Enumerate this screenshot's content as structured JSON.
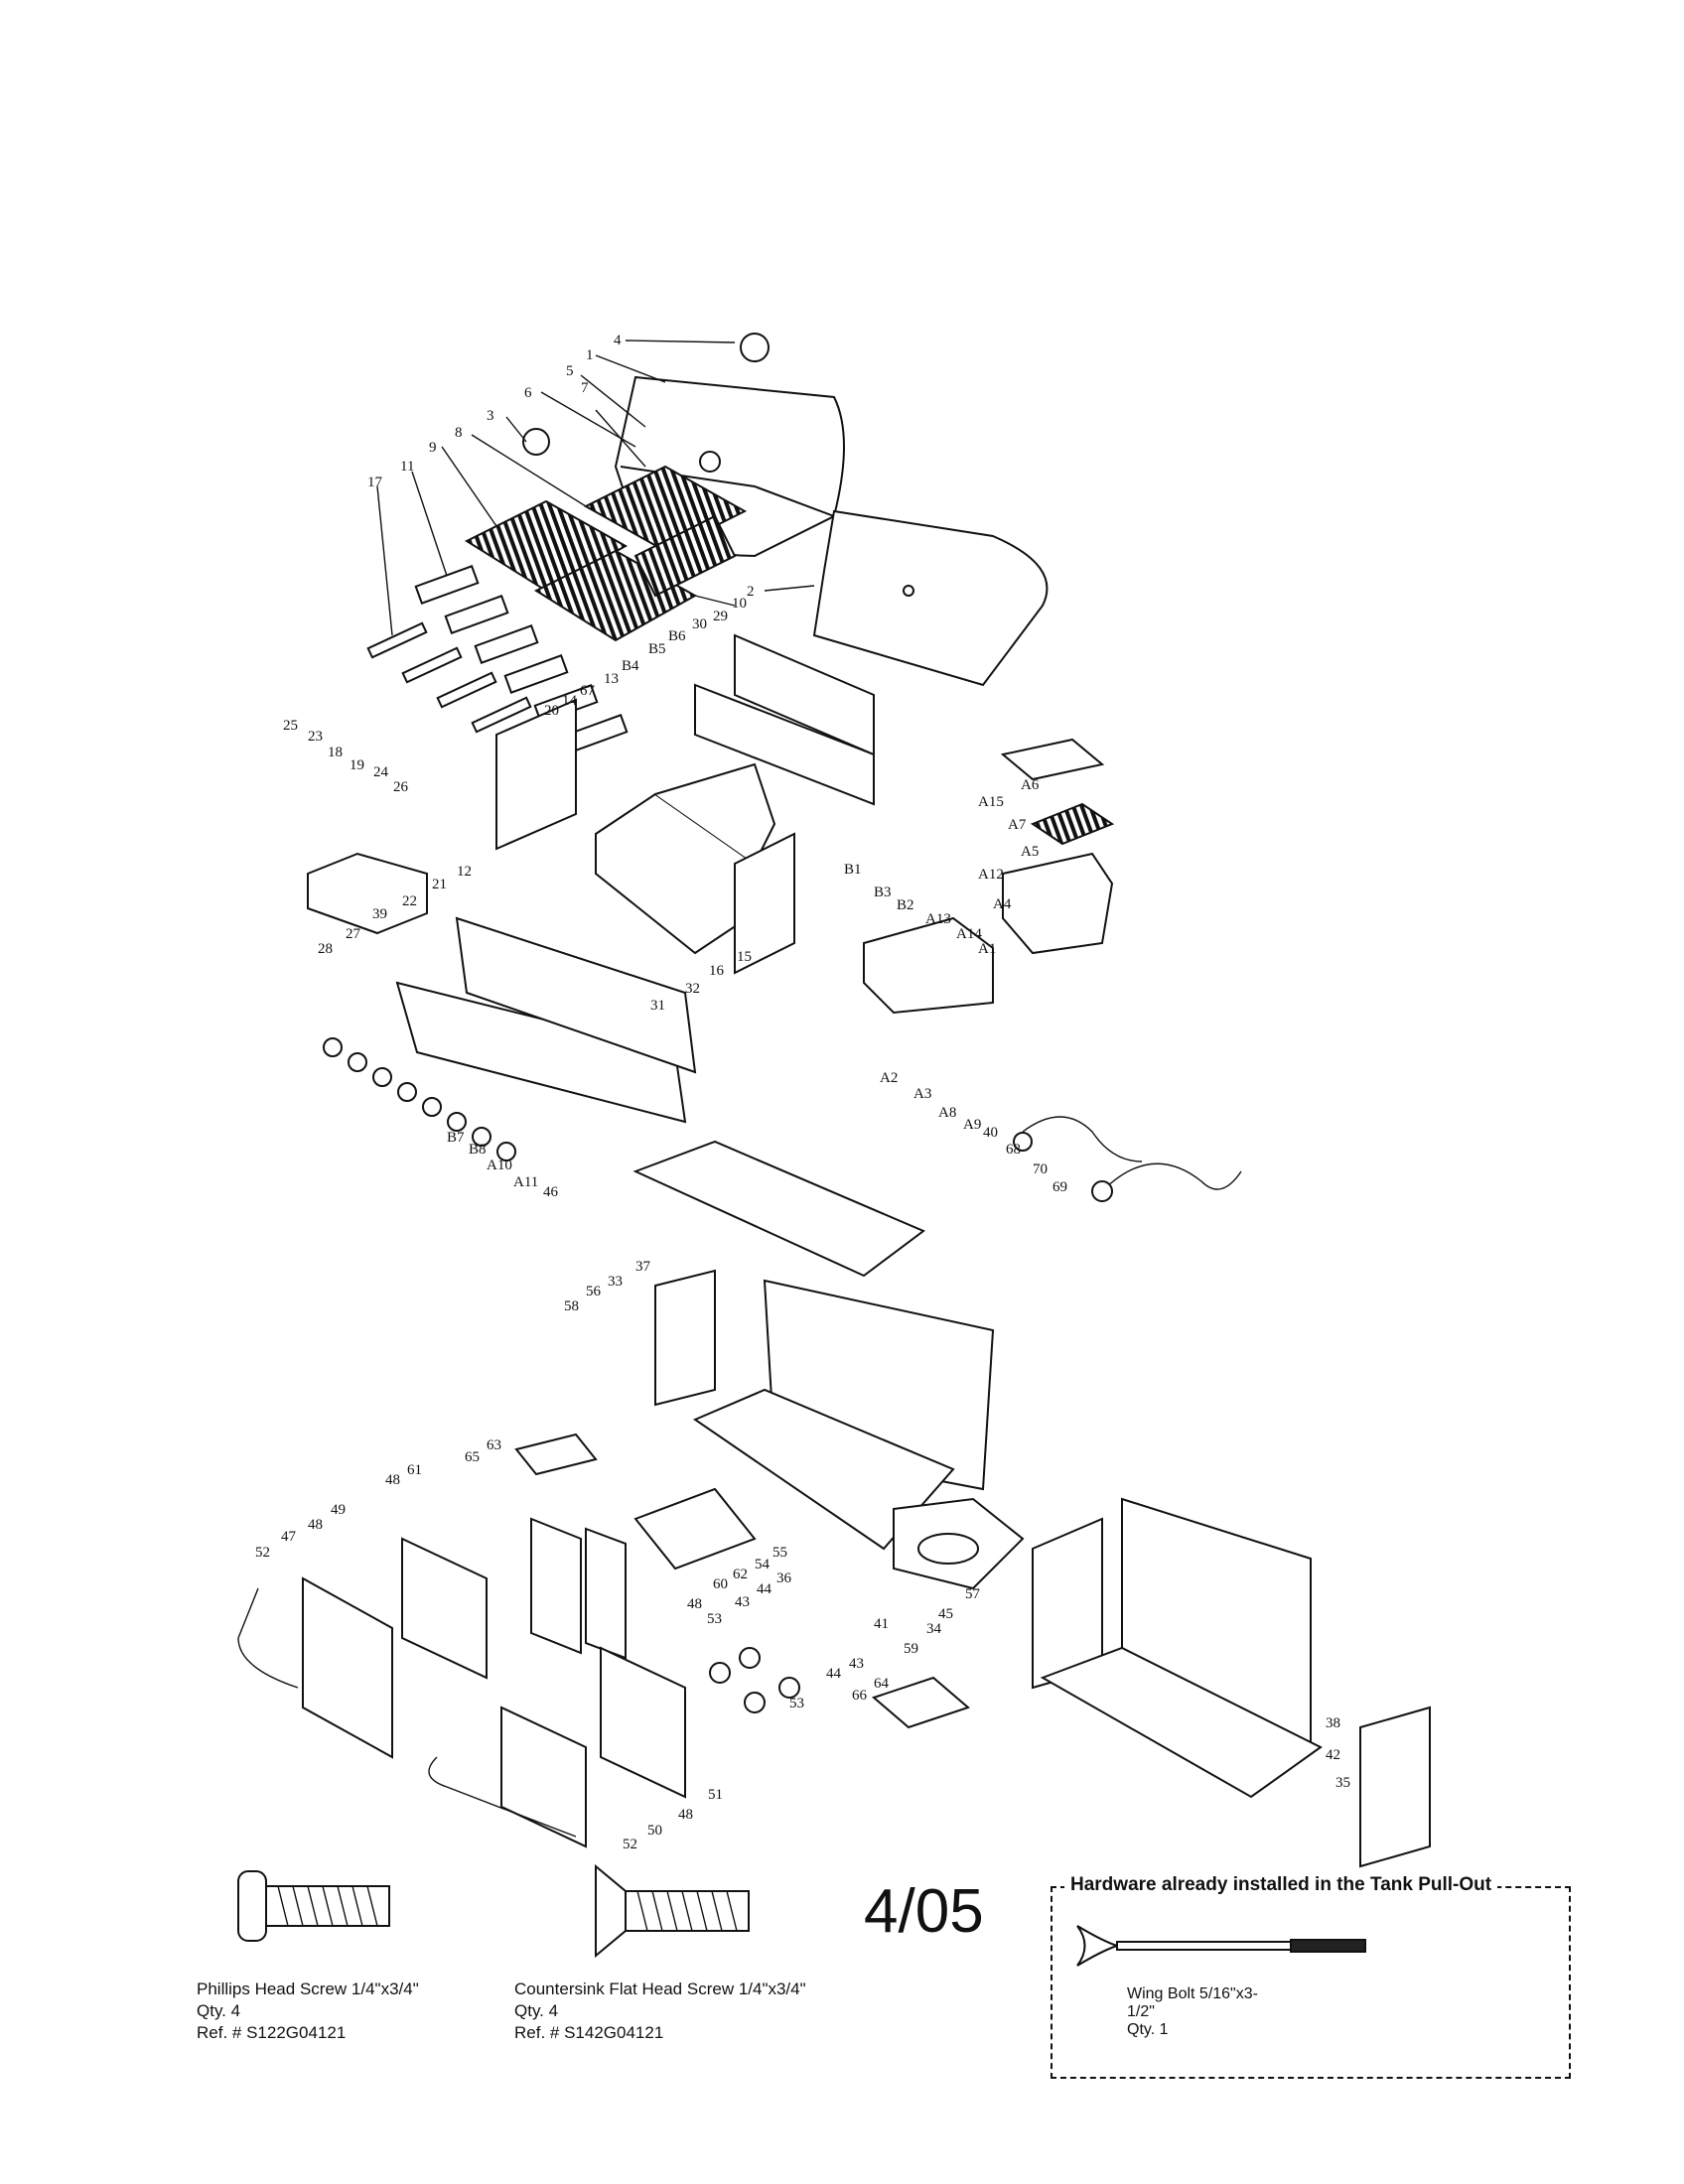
{
  "revision": "4/05",
  "hardware": [
    {
      "name": "Phillips Head Screw 1/4\"x3/4\"",
      "qty": "Qty. 4",
      "ref": "Ref. # S122G04121"
    },
    {
      "name": "Countersink Flat Head Screw 1/4\"x3/4\"",
      "qty": "Qty. 4",
      "ref": "Ref. # S142G04121"
    }
  ],
  "hardware_box": {
    "title": "Hardware already installed in the Tank Pull-Out",
    "item_name": "Wing Bolt 5/16\"x3-",
    "item_name_2": "1/2\"",
    "qty": "Qty. 1"
  },
  "callouts": {
    "c1": "1",
    "c2": "2",
    "c3": "3",
    "c4": "4",
    "c5": "5",
    "c6": "6",
    "c7": "7",
    "c8": "8",
    "c9": "9",
    "c10": "10",
    "c11": "11",
    "c12": "12",
    "c13": "13",
    "c14": "14",
    "c15": "15",
    "c16": "16",
    "c17": "17",
    "c18": "18",
    "c19": "19",
    "c20": "20",
    "c21": "21",
    "c22": "22",
    "c23": "23",
    "c24": "24",
    "c25": "25",
    "c26": "26",
    "c27": "27",
    "c28": "28",
    "c29": "29",
    "c30": "30",
    "c31": "31",
    "c32": "32",
    "c33": "33",
    "c34": "34",
    "c35": "35",
    "c36": "36",
    "c37": "37",
    "c38": "38",
    "c39": "39",
    "c40": "40",
    "c41": "41",
    "c42": "42",
    "c43a": "43",
    "c43b": "43",
    "c44a": "44",
    "c44b": "44",
    "c45": "45",
    "c46": "46",
    "c47": "47",
    "c48a": "48",
    "c48b": "48",
    "c48c": "48",
    "c48d": "48",
    "c49": "49",
    "c50": "50",
    "c51": "51",
    "c52a": "52",
    "c52b": "52",
    "c53a": "53",
    "c53b": "53",
    "c54": "54",
    "c55": "55",
    "c56": "56",
    "c57": "57",
    "c58": "58",
    "c59": "59",
    "c60": "60",
    "c61": "61",
    "c62": "62",
    "c63": "63",
    "c64": "64",
    "c65": "65",
    "c66": "66",
    "c67": "67",
    "c68": "68",
    "c69": "69",
    "c70": "70",
    "cA1": "A1",
    "cA2": "A2",
    "cA3": "A3",
    "cA4": "A4",
    "cA5": "A5",
    "cA6": "A6",
    "cA7": "A7",
    "cA8": "A8",
    "cA9": "A9",
    "cA10": "A10",
    "cA11": "A11",
    "cA12": "A12",
    "cA13": "A13",
    "cA14": "A14",
    "cA15": "A15",
    "cB1": "B1",
    "cB2": "B2",
    "cB3": "B3",
    "cB4": "B4",
    "cB5": "B5",
    "cB6": "B6",
    "cB7": "B7",
    "cB8": "B8"
  }
}
